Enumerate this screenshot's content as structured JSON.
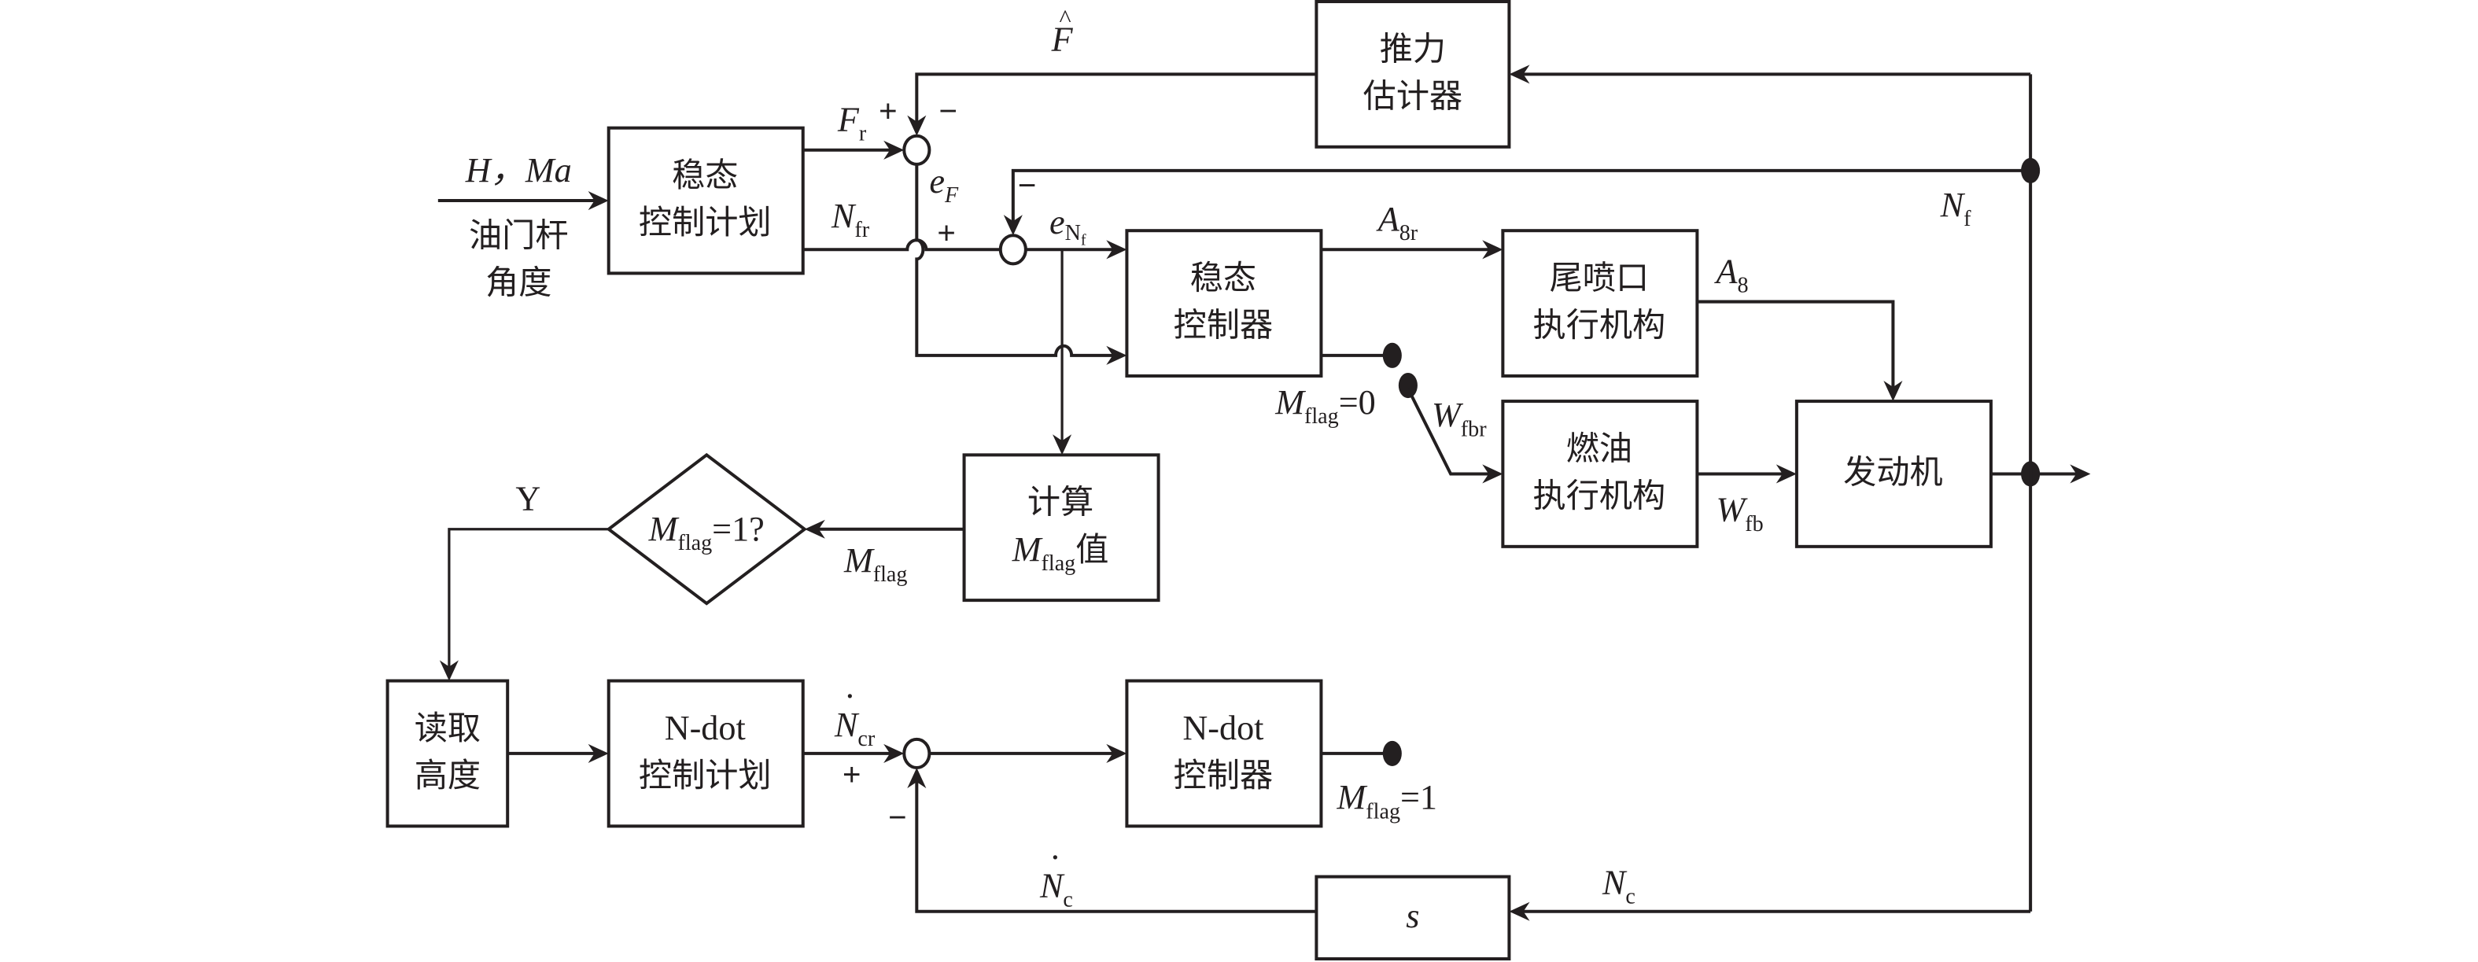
{
  "diagram": {
    "blocks": {
      "steady_schedule": {
        "line1": "稳态",
        "line2": "控制计划"
      },
      "thrust_estimator": {
        "line1": "推力",
        "line2": "估计器"
      },
      "steady_controller": {
        "line1": "稳态",
        "line2": "控制器"
      },
      "nozzle_actuator": {
        "line1": "尾喷口",
        "line2": "执行机构"
      },
      "fuel_actuator": {
        "line1": "燃油",
        "line2": "执行机构"
      },
      "engine": {
        "line1": "发动机"
      },
      "calc_mflag": {
        "line1": "计算",
        "line2_main": "M",
        "line2_sub": "flag",
        "line2_tail": "值"
      },
      "decision": {
        "main": "M",
        "sub": "flag",
        "tail": "=1?"
      },
      "read_altitude": {
        "line1": "读取",
        "line2": "高度"
      },
      "ndot_schedule": {
        "line1": "N-dot",
        "line2": "控制计划"
      },
      "ndot_controller": {
        "line1": "N-dot",
        "line2": "控制器"
      },
      "derivative": {
        "label": "s"
      }
    },
    "signals": {
      "input_top": "H，Ma",
      "input_bottom_line1": "油门杆",
      "input_bottom_line2": "角度",
      "F_hat": "F",
      "F_hat_accent": "^",
      "Fr_main": "F",
      "Fr_sub": "r",
      "eF_main": "e",
      "eF_sub": "F",
      "Nfr_main": "N",
      "Nfr_sub": "fr",
      "eNf_main": "e",
      "eNf_sub": "N",
      "eNf_subsub": "f",
      "Nf_main": "N",
      "Nf_sub": "f",
      "A8r_main": "A",
      "A8r_sub": "8r",
      "A8_main": "A",
      "A8_sub": "8",
      "Wfbr_main": "W",
      "Wfbr_sub": "fbr",
      "Wfb_main": "W",
      "Wfb_sub": "fb",
      "Mflag0_main": "M",
      "Mflag0_sub": "flag",
      "Mflag0_tail": "=0",
      "Mflag1_main": "M",
      "Mflag1_sub": "flag",
      "Mflag1_tail": "=1",
      "Mflag_main": "M",
      "Mflag_sub": "flag",
      "yes_label": "Y",
      "Ncr_main": "N",
      "Ncr_sub": "cr",
      "Ncr_dot": "·",
      "Nc_dot_main": "N",
      "Nc_dot_sub": "c",
      "Nc_dot_dot": "·",
      "Nc_main": "N",
      "Nc_sub": "c"
    },
    "signs": {
      "sum1_plus": "+",
      "sum1_minus": "−",
      "sum2_plus": "+",
      "sum2_minus": "−",
      "sum3_plus": "+",
      "sum3_minus": "−"
    }
  }
}
